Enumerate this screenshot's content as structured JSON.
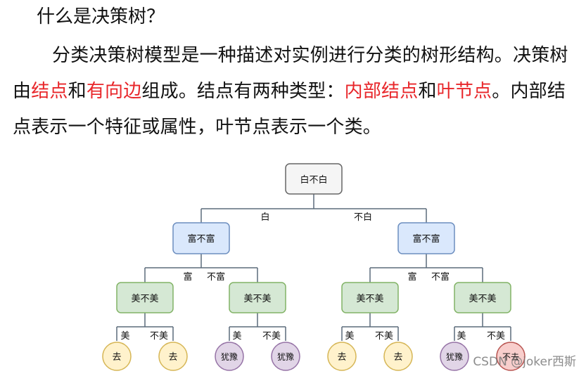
{
  "heading": "什么是决策树？",
  "paragraph": {
    "s1": "分类决策树模型是一种描述对实例进行分类的树形结构。决策树由",
    "term_node": "结点",
    "s2": "和",
    "term_edge": "有向边",
    "s3": "组成。结点有两种类型：",
    "term_internal": "内部结点",
    "s4": "和",
    "term_leaf": "叶节点",
    "s5": "。内部结点表示一个特征或属性，叶节点表示一个类。"
  },
  "tree": {
    "root": "白不白",
    "branch_left": "白",
    "branch_right": "不白",
    "l1_left": "富不富",
    "l1_right": "富不富",
    "rich_yes": "富",
    "rich_no": "不富",
    "looks": "美不美",
    "pretty_yes": "美",
    "pretty_no": "不美",
    "leaves": [
      "去",
      "去",
      "犹豫",
      "犹豫",
      "去",
      "去",
      "犹豫",
      "不去"
    ]
  },
  "colors": {
    "gray_fill": "#f5f5f5",
    "gray_stroke": "#666666",
    "blue_fill": "#dae8fc",
    "blue_stroke": "#6c8ebf",
    "green_fill": "#d5e8d4",
    "green_stroke": "#82b366",
    "yellow_fill": "#fff2cc",
    "yellow_stroke": "#d6b656",
    "purple_fill": "#e1d5e7",
    "purple_stroke": "#9673a6",
    "red_fill": "#f8cecc",
    "red_stroke": "#b85450"
  },
  "watermark": "CSDN @joker西斯"
}
